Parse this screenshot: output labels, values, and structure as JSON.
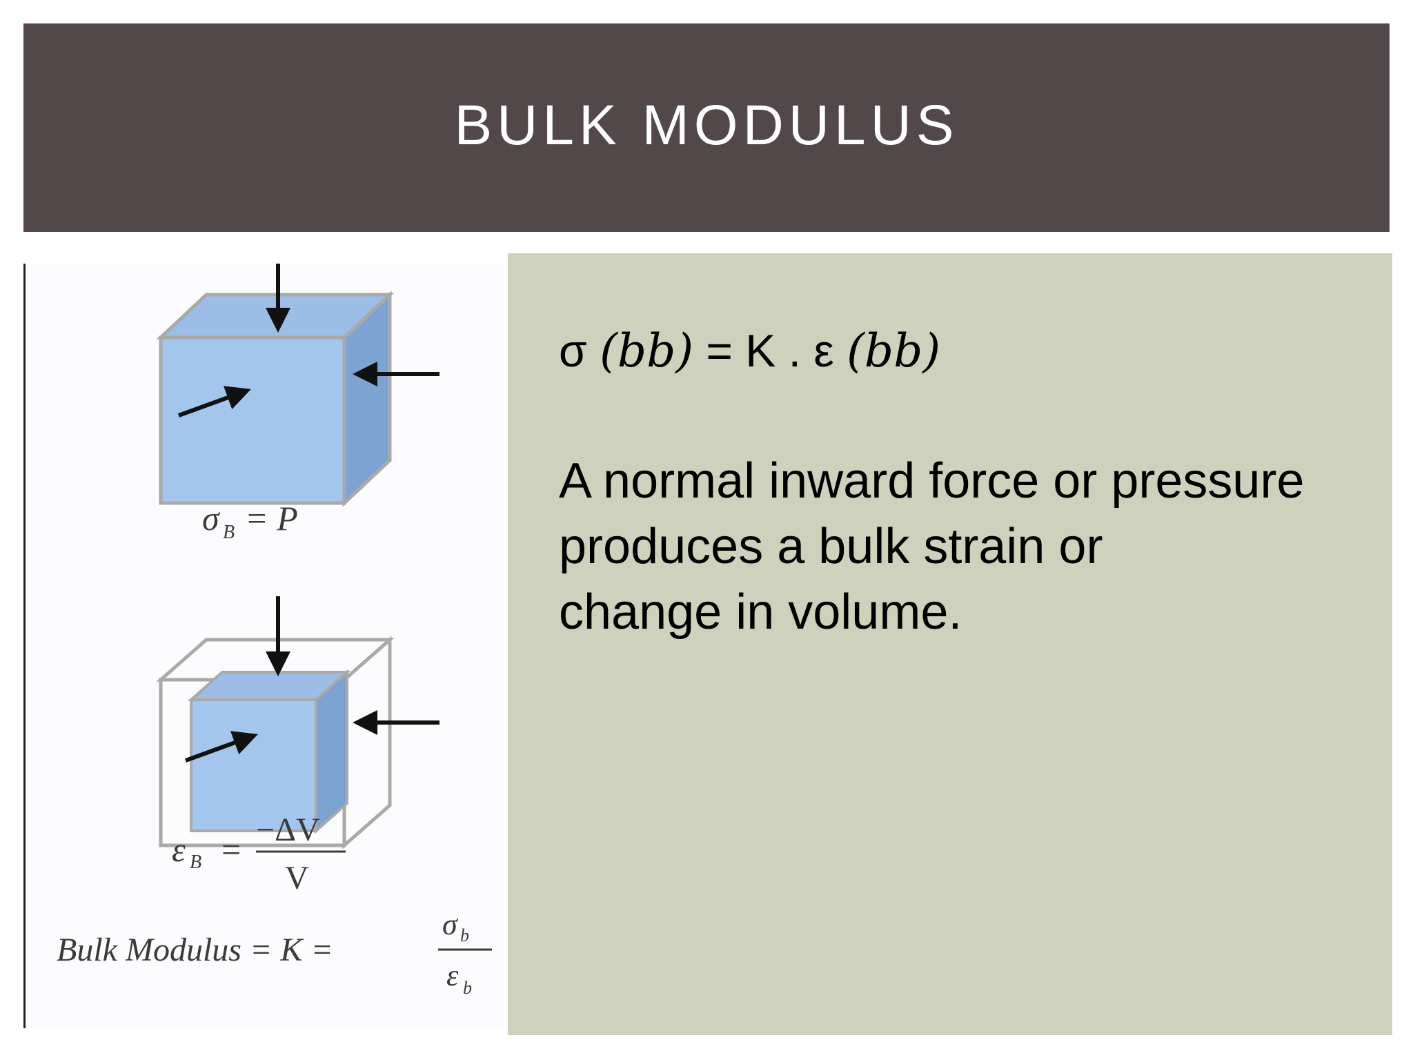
{
  "title": "BULK MODULUS",
  "formula": {
    "sigma": "σ",
    "sub_left": "(bb)",
    "middle": "= K . ε",
    "sub_right": "(bb)"
  },
  "description_lines": [
    "A normal inward force or pressure",
    "produces a bulk strain or",
    "change in volume."
  ],
  "figure": {
    "stress_eq": {
      "sym": "σ",
      "sub": "B",
      "rhs": "= P"
    },
    "strain_eq": {
      "sym": "ε",
      "sub": "B",
      "eq": "=",
      "numerator": "−ΔV",
      "denominator": "V"
    },
    "modulus_eq": {
      "lhs": "Bulk Modulus = K =",
      "numerator": "σ",
      "numerator_sub": "b",
      "denominator": "ε",
      "denominator_sub": "b"
    }
  },
  "colors": {
    "title_bar": "#524849",
    "text_panel": "#ced1bc",
    "cube_front": "#a4c5ec",
    "cube_top": "#9bbde6",
    "cube_side": "#7da3d2"
  }
}
